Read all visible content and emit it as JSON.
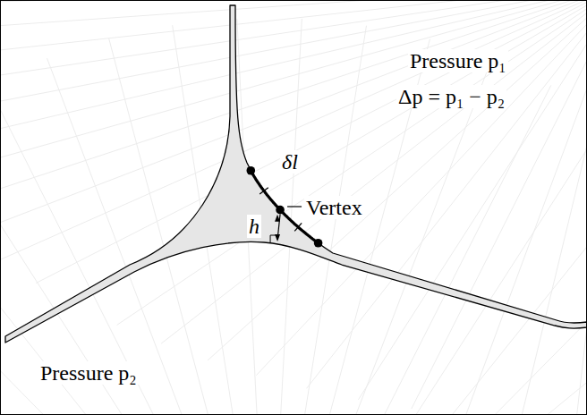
{
  "diagram": {
    "labels": [
      "Pressure p₁",
      "Δp = p₁ − p₂",
      "δl",
      "Vertex",
      "h",
      "Pressure p₂"
    ]
  }
}
